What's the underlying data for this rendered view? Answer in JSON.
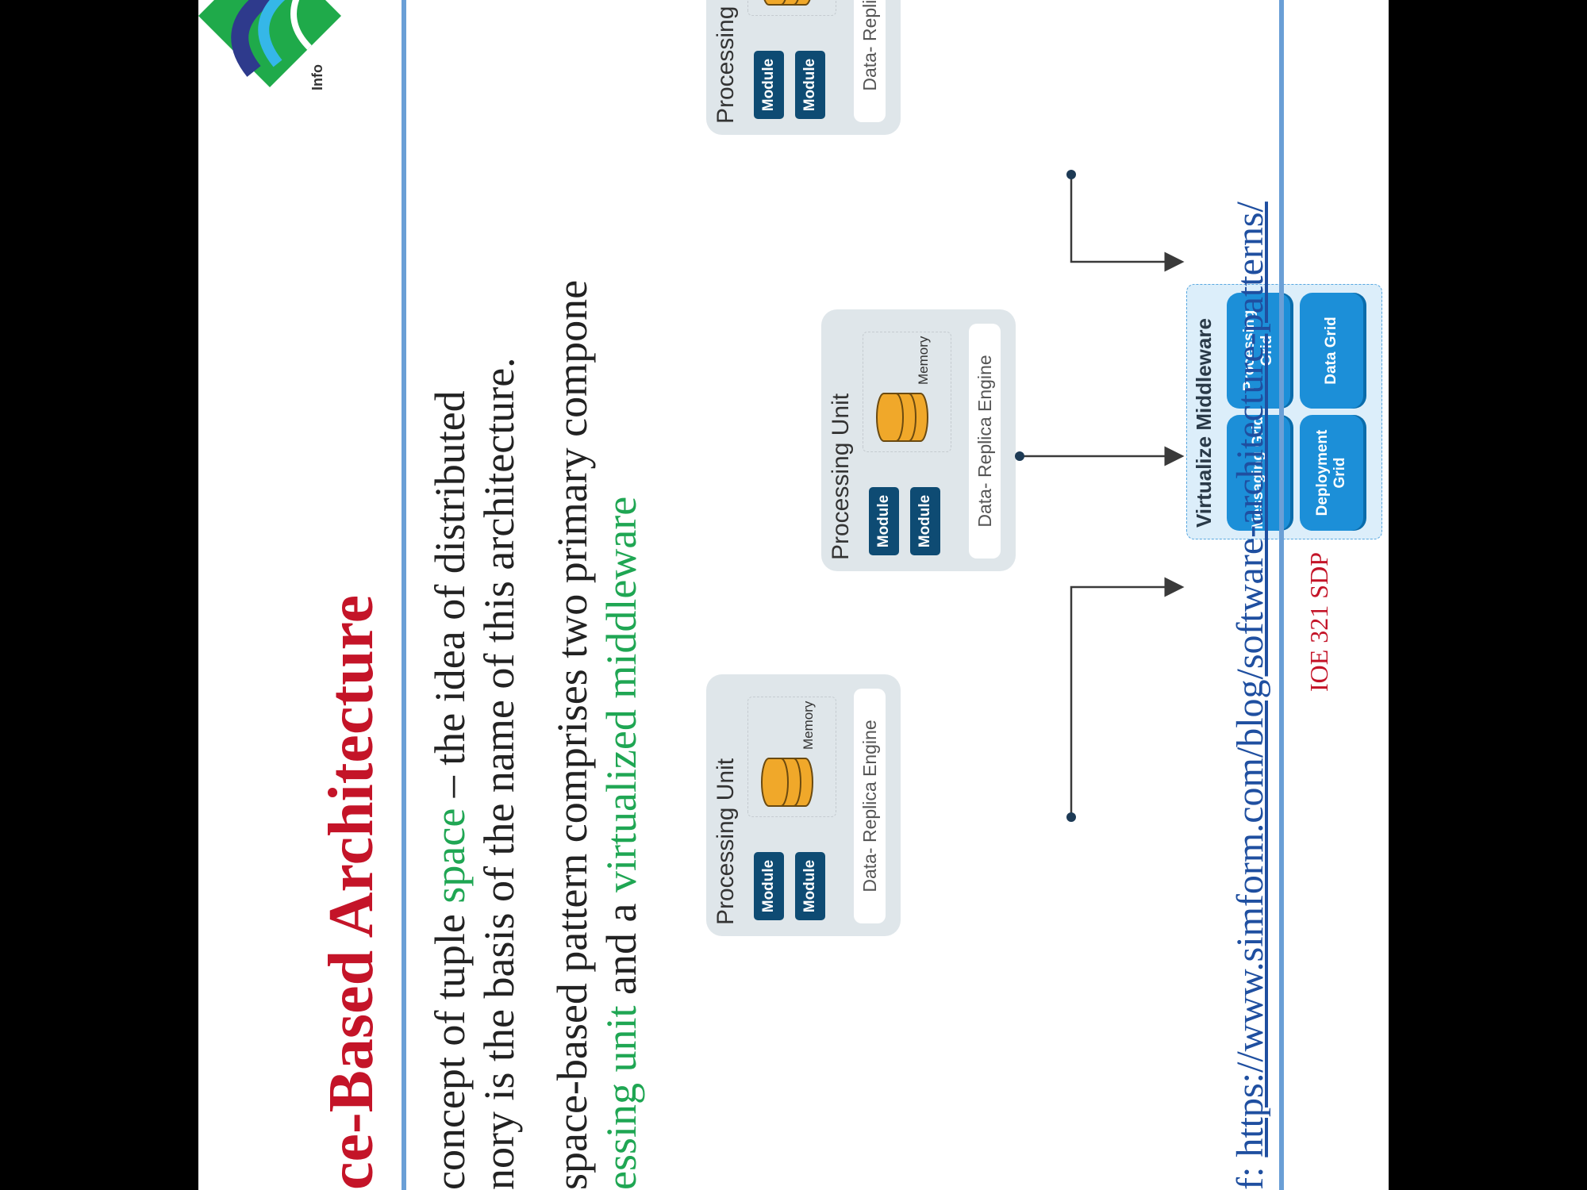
{
  "title": "ce-Based Architecture",
  "paragraphs": {
    "p1_line1_a": "concept of tuple ",
    "p1_line1_green": "space",
    "p1_line1_b": " – the idea of distributed",
    "p1_line2": "nory is the basis of the name of this architecture.",
    "p2_line1": "space-based pattern comprises two primary compone",
    "p2_line2_green1": "essing unit",
    "p2_line2_mid": " and a ",
    "p2_line2_green2": "virtualized middleware"
  },
  "diagram": {
    "unit_title": "Processing Unit",
    "module_label": "Module",
    "memory_label": "Memory",
    "replica_label": "Data- Replica Engine",
    "middleware_title": "Virtualize Middleware",
    "grids": [
      "Messaging Grid",
      "Processing Grid",
      "Deployment Grid",
      "Data Grid"
    ],
    "colors": {
      "module": "#0e4b73",
      "grid": "#1c8fd8",
      "memory": "#f0a82a",
      "unit_bg": "#dfe6ea"
    }
  },
  "reference": {
    "prefix": "f: ",
    "link": "https://www.simform.com/blog/software-architecture-patterns/"
  },
  "logo_text": "Info",
  "footer": "IOE 321 SDP"
}
